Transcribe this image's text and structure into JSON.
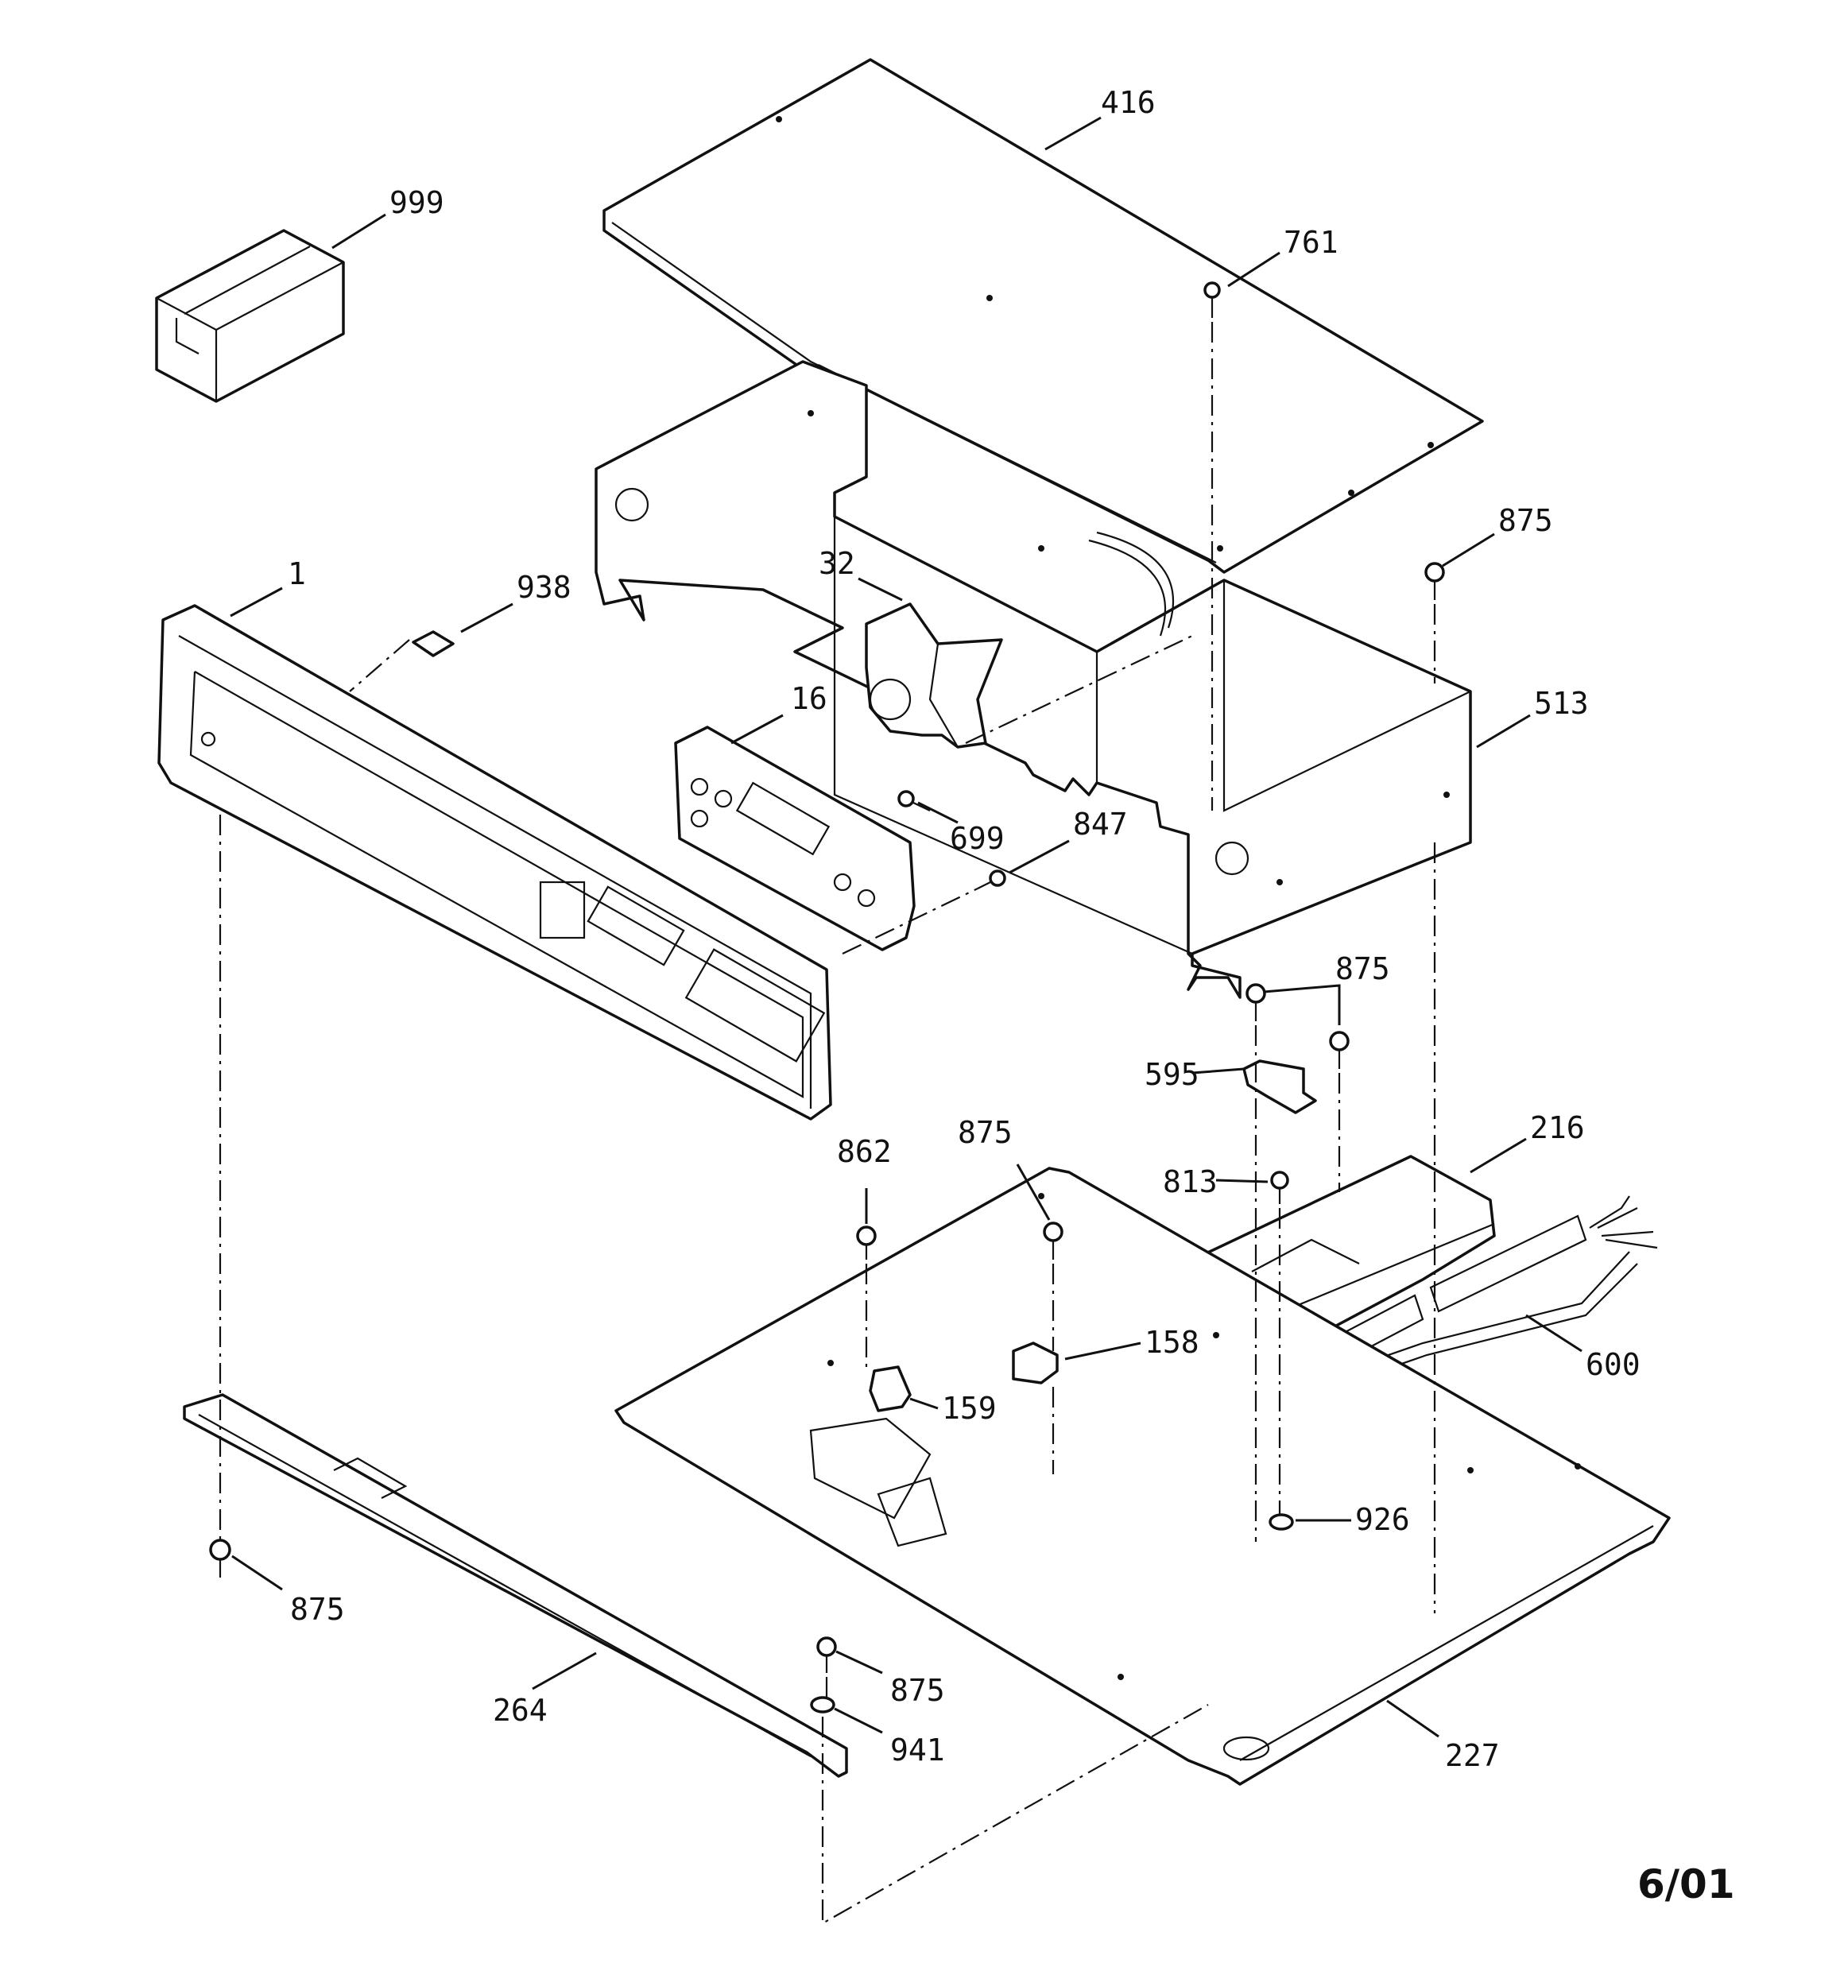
{
  "callouts": [
    {
      "id": "c416",
      "text": "416"
    },
    {
      "id": "c999",
      "text": "999"
    },
    {
      "id": "c761",
      "text": "761"
    },
    {
      "id": "c875_a",
      "text": "875"
    },
    {
      "id": "c32",
      "text": "32"
    },
    {
      "id": "c1",
      "text": "1"
    },
    {
      "id": "c938",
      "text": "938"
    },
    {
      "id": "c16",
      "text": "16"
    },
    {
      "id": "c513",
      "text": "513"
    },
    {
      "id": "c699",
      "text": "699"
    },
    {
      "id": "c847",
      "text": "847"
    },
    {
      "id": "c875_b",
      "text": "875"
    },
    {
      "id": "c595",
      "text": "595"
    },
    {
      "id": "c216",
      "text": "216"
    },
    {
      "id": "c862",
      "text": "862"
    },
    {
      "id": "c875_c",
      "text": "875"
    },
    {
      "id": "c813",
      "text": "813"
    },
    {
      "id": "c158",
      "text": "158"
    },
    {
      "id": "c600",
      "text": "600"
    },
    {
      "id": "c159",
      "text": "159"
    },
    {
      "id": "c926",
      "text": "926"
    },
    {
      "id": "c875_d",
      "text": "875"
    },
    {
      "id": "c264",
      "text": "264"
    },
    {
      "id": "c875_e",
      "text": "875"
    },
    {
      "id": "c941",
      "text": "941"
    },
    {
      "id": "c227",
      "text": "227"
    }
  ],
  "revision": "6/01",
  "line_color": "#111111",
  "background": "#ffffff"
}
